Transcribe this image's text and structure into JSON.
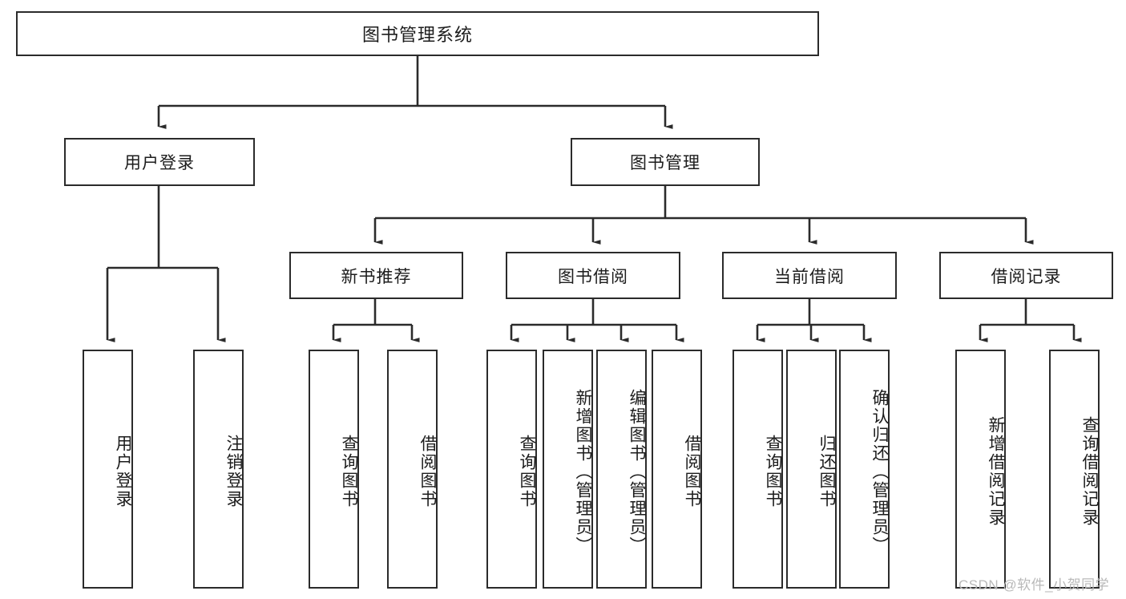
{
  "diagram": {
    "type": "hierarchy-tree",
    "title": "图书管理系统",
    "levels": 4,
    "root": {
      "label": "图书管理系统"
    },
    "level1": [
      {
        "id": "user-login",
        "label": "用户登录"
      },
      {
        "id": "book-manage",
        "label": "图书管理"
      }
    ],
    "level2": [
      {
        "id": "new-book-rec",
        "label": "新书推荐",
        "parent": "book-manage"
      },
      {
        "id": "book-borrow",
        "label": "图书借阅",
        "parent": "book-manage"
      },
      {
        "id": "current-borrow",
        "label": "当前借阅",
        "parent": "book-manage"
      },
      {
        "id": "borrow-record",
        "label": "借阅记录",
        "parent": "book-manage"
      }
    ],
    "leaves": {
      "user_login": [
        {
          "id": "leaf-user-login",
          "label": "用户登录"
        },
        {
          "id": "leaf-logout",
          "label": "注销登录"
        }
      ],
      "new_book_rec": [
        {
          "id": "leaf-query-book-1",
          "label": "查询图书"
        },
        {
          "id": "leaf-borrow-book-1",
          "label": "借阅图书"
        }
      ],
      "book_borrow": [
        {
          "id": "leaf-query-book-2",
          "label": "查询图书"
        },
        {
          "id": "leaf-add-book",
          "label": "新增图书（管理员）"
        },
        {
          "id": "leaf-edit-book",
          "label": "编辑图书（管理员）"
        },
        {
          "id": "leaf-borrow-book-2",
          "label": "借阅图书"
        }
      ],
      "current_borrow": [
        {
          "id": "leaf-query-book-3",
          "label": "查询图书"
        },
        {
          "id": "leaf-return-book",
          "label": "归还图书"
        },
        {
          "id": "leaf-confirm-return",
          "label": "确认归还（管理员）"
        }
      ],
      "borrow_record": [
        {
          "id": "leaf-add-record",
          "label": "新增借阅记录"
        },
        {
          "id": "leaf-query-record",
          "label": "查询借阅记录"
        }
      ]
    }
  },
  "watermark": {
    "text": "CSDN @软件_小贺同学"
  },
  "colors": {
    "stroke": "#2b2b2b",
    "background": "#ffffff",
    "text": "#1c1c1c",
    "watermark": "#b9b9b9"
  }
}
